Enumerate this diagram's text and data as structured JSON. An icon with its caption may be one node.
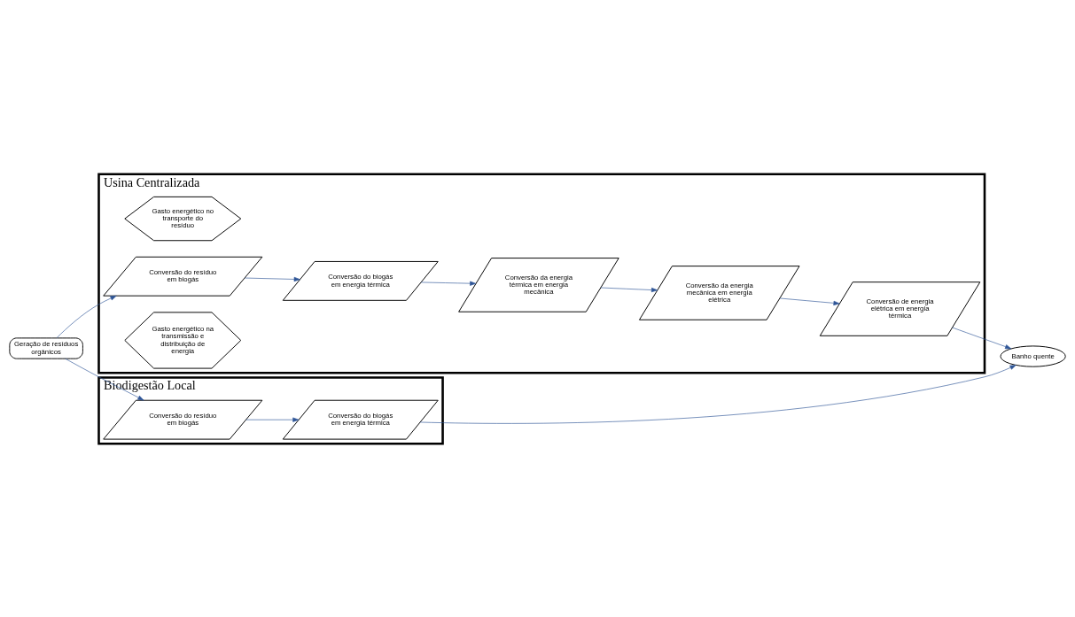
{
  "diagram": {
    "nodes": [
      {
        "text": [
          "Usina Centralizada"
        ]
      },
      {
        "text": [
          "Gasto energético no transporte do resíduo"
        ],
        "in": 0
      },
      {
        "text": [
          "Conversão do resíduo em biogás"
        ],
        "in": 0
      },
      {
        "text": [
          "Conversão do biogás em energia térmica"
        ],
        "in": 0
      },
      {
        "text": [
          "Conversão da energia térmica em energia mecânica"
        ],
        "in": 0
      },
      {
        "text": [
          "Conversão da energia mecânica em energia elétrica"
        ],
        "in": 0
      },
      {
        "text": [
          "Conversão de energia elétrica em energia térmica"
        ],
        "in": 0
      },
      {
        "text": [
          "Gasto energético na transmissão e distribuição de energia"
        ],
        "in": 0
      },
      {
        "text": [
          "Geração de resíduos orgânicos"
        ]
      },
      {
        "text": [
          "Banho quente"
        ]
      },
      {
        "text": [
          "Biodigestão Local"
        ]
      },
      {
        "text": [
          "Conversão do resíduo em biogás"
        ],
        "in": 10
      },
      {
        "text": [
          "Conversão do biogás em energia térmica"
        ],
        "in": 10
      }
    ],
    "edges": [
      {
        "from": 8,
        "to": 2,
        "arrow": "to"
      },
      {
        "from": 2,
        "to": 3,
        "arrow": "to"
      },
      {
        "from": 3,
        "to": 4,
        "arrow": "to"
      },
      {
        "from": 4,
        "to": 5,
        "arrow": "to"
      },
      {
        "from": 5,
        "to": 6,
        "arrow": "to"
      },
      {
        "from": 6,
        "to": 9,
        "arrow": "to"
      },
      {
        "from": 8,
        "to": 11,
        "arrow": "to"
      },
      {
        "from": 11,
        "to": 12,
        "arrow": "to"
      },
      {
        "from": 12,
        "to": 9,
        "arrow": "to"
      }
    ]
  }
}
